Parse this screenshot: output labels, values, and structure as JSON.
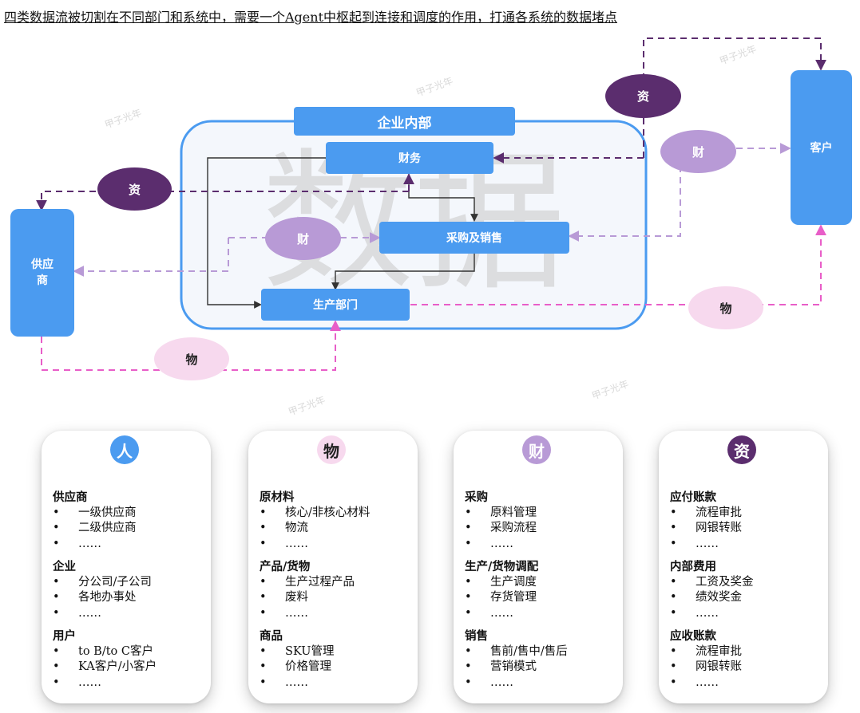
{
  "title": "四类数据流被切割在不同部门和系统中，需要一个Agent中枢起到连接和调度的作用，打通各系统的数据堵点",
  "colors": {
    "box_blue": "#4b9bf0",
    "container_border": "#4b9bf0",
    "container_fill": "#f4f7fc",
    "zi_dark_purple": "#5b2d6e",
    "cai_lilac": "#b89ad6",
    "wu_pink": "#e85ec8",
    "wu_pink_fill": "#f7d9ee",
    "ren_blue": "#4b9bf0"
  },
  "diagram": {
    "watermark_big": "数据",
    "enterprise": "企业内部",
    "finance": "财务",
    "purchase_sales": "采购及销售",
    "production": "生产部门",
    "supplier": "供应商",
    "customer": "客户",
    "flow_zi_top": "资",
    "flow_zi_left": "资",
    "flow_cai_right": "财",
    "flow_cai_left": "财",
    "flow_wu_right": "物",
    "flow_wu_bottom": "物",
    "watermark_logo": "甲子光年"
  },
  "cards": [
    {
      "badge": "人",
      "badge_color": "#4b9bf0",
      "sections": [
        {
          "title": "供应商",
          "items": [
            "一级供应商",
            "二级供应商",
            "……"
          ]
        },
        {
          "title": "企业",
          "items": [
            "分公司/子公司",
            "各地办事处",
            "……"
          ]
        },
        {
          "title": "用户",
          "items": [
            "to B/to C客户",
            "KA客户/小客户",
            "……"
          ]
        }
      ]
    },
    {
      "badge": "物",
      "badge_color": "#f7d9ee",
      "sections": [
        {
          "title": "原材料",
          "items": [
            "核心/非核心材料",
            "物流",
            "……"
          ]
        },
        {
          "title": "产品/货物",
          "items": [
            "生产过程产品",
            "废料",
            "……"
          ]
        },
        {
          "title": "商品",
          "items": [
            "SKU管理",
            "价格管理",
            "……"
          ]
        }
      ]
    },
    {
      "badge": "财",
      "badge_color": "#b89ad6",
      "sections": [
        {
          "title": "采购",
          "items": [
            "原料管理",
            "采购流程",
            "……"
          ]
        },
        {
          "title": "生产/货物调配",
          "items": [
            "生产调度",
            "存货管理",
            "……"
          ]
        },
        {
          "title": "销售",
          "items": [
            "售前/售中/售后",
            "营销模式",
            "……"
          ]
        }
      ]
    },
    {
      "badge": "资",
      "badge_color": "#5b2d6e",
      "sections": [
        {
          "title": "应付账款",
          "items": [
            "流程审批",
            "网银转账",
            "……"
          ]
        },
        {
          "title": "内部费用",
          "items": [
            "工资及奖金",
            "绩效奖金",
            "……"
          ]
        },
        {
          "title": "应收账款",
          "items": [
            "流程审批",
            "网银转账",
            "……"
          ]
        }
      ]
    }
  ]
}
